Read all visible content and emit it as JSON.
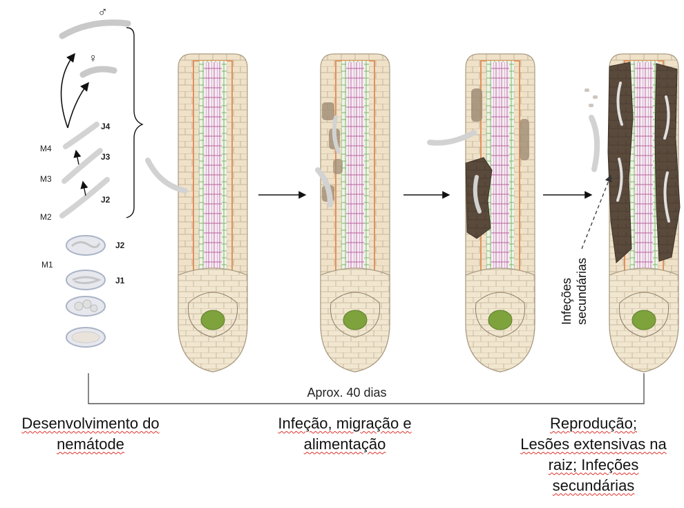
{
  "symbols": {
    "male": "♂",
    "female": "♀"
  },
  "molts": [
    "M4",
    "M3",
    "M2",
    "M1"
  ],
  "juvenile_stages": [
    "J4",
    "J3",
    "J2",
    "J2",
    "J1"
  ],
  "timeline": {
    "label": "Aprox. 40 dias"
  },
  "secondary_label": {
    "line1": "Infeções",
    "line2": "secundárias"
  },
  "captions": {
    "left": {
      "line1": "Desenvolvimento do",
      "line2": "nemátode"
    },
    "middle": {
      "line1": "Infeção, migração e",
      "line2": "alimentação"
    },
    "right": {
      "line1": "Reprodução;",
      "line2": "Lesões extensivas na",
      "line3": "raiz; Infeções",
      "line4": "secundárias"
    }
  },
  "colors": {
    "root_fill": "#efe2c9",
    "cell_line": "#b9a98e",
    "cortex_orange": "#e0925c",
    "xylem_green": "#7fb36a",
    "stele_pink": "#b9619c",
    "meristem_green": "#7ea33c",
    "lesion_brown": "#5a4a3c",
    "nematode": "#d9d9d9"
  }
}
